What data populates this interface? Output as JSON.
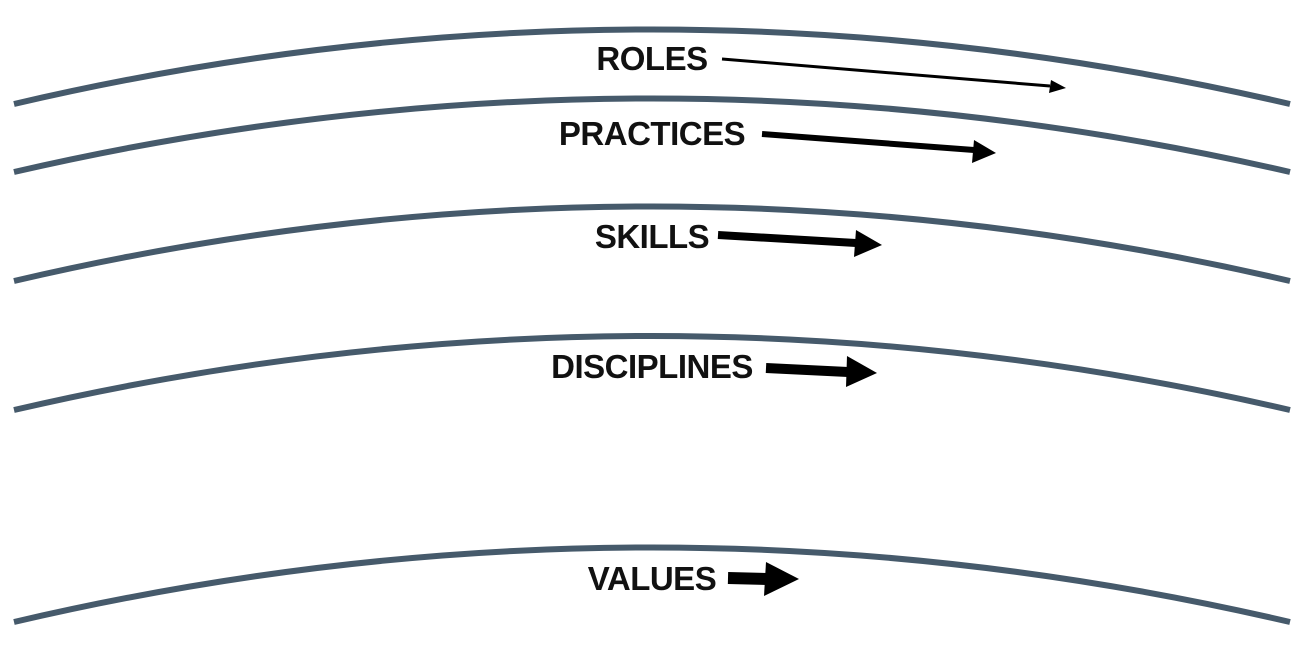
{
  "diagram": {
    "type": "layered-arcs",
    "layers": [
      {
        "label": "ROLES"
      },
      {
        "label": "PRACTICES"
      },
      {
        "label": "SKILLS"
      },
      {
        "label": "DISCIPLINES"
      },
      {
        "label": "VALUES"
      }
    ],
    "colors": {
      "arc": "#465a6b",
      "label": "#111111",
      "arrow": "#000000",
      "background": "#ffffff"
    }
  }
}
